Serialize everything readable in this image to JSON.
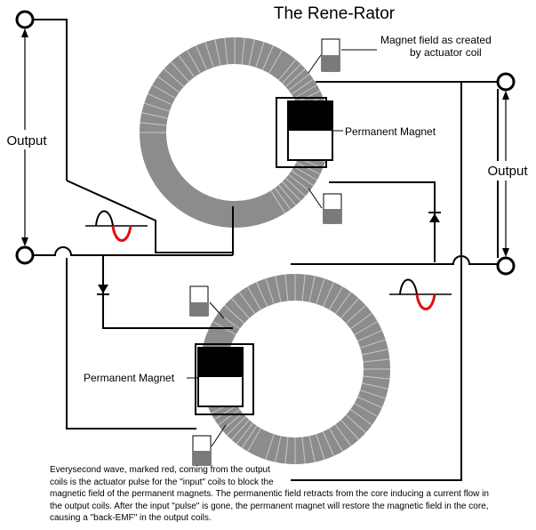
{
  "title": "The Rene-Rator",
  "labels": {
    "output_left": "Output",
    "output_right": "Output",
    "magnet_field_line1": "Magnet field as created",
    "magnet_field_line2": "by actuator coil",
    "permanent_magnet_top": "Permanent Magnet",
    "permanent_magnet_bottom": "Permanent Magnet"
  },
  "caption_lines": [
    "Everysecond wave, marked red, coming from the output",
    "coils is the actuator pulse for the \"input\" coils to block the",
    "magnetic field of the permanent magnets.  The permanentic field retracts from the core inducing a current flow in",
    "the output coils.  After the input \"pulse\" is gone, the permanent magnet will restore the magnetic field in the core,",
    "causing a \"back-EMF\" in the output coils."
  ],
  "colors": {
    "core": "#8c8c8c",
    "winding": "#c8c8c8",
    "wire": "#000000",
    "wave_negative": "#e01010",
    "field_indicator": "#7a7a7a"
  }
}
